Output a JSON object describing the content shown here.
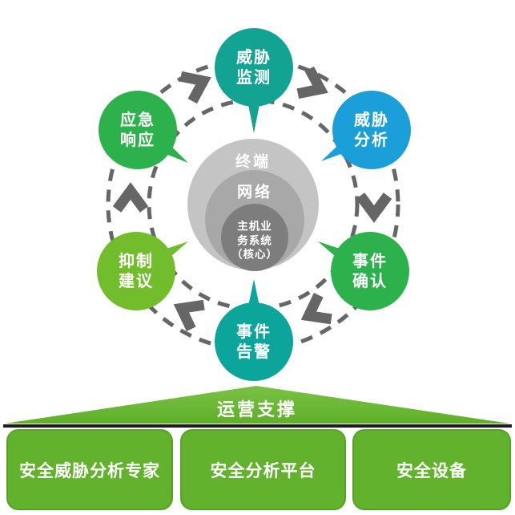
{
  "page": {
    "background": "#ffffff"
  },
  "diagram": {
    "cycle": {
      "ring_color": "#666666",
      "arrow_color": "#666666",
      "bubbles": [
        {
          "name": "threat-monitoring",
          "lines": [
            "威胁",
            "监测"
          ],
          "color": "#12a392"
        },
        {
          "name": "threat-analysis",
          "lines": [
            "威胁",
            "分析"
          ],
          "color": "#1b9fd9"
        },
        {
          "name": "incident-confirmation",
          "lines": [
            "事件",
            "确认"
          ],
          "color": "#2db14c"
        },
        {
          "name": "incident-alert",
          "lines": [
            "事件",
            "告警"
          ],
          "color": "#0ba59c"
        },
        {
          "name": "mitigation-advice",
          "lines": [
            "抑制",
            "建议"
          ],
          "color": "#72bd2c"
        },
        {
          "name": "emergency-response",
          "lines": [
            "应急",
            "响应"
          ],
          "color": "#2db14c"
        }
      ],
      "center_layers": [
        {
          "name": "terminal",
          "label": "终端",
          "color": "#c4c4c4"
        },
        {
          "name": "network",
          "label": "网络",
          "color": "#a8a8a8"
        },
        {
          "name": "host-core",
          "lines": [
            "主机业",
            "务系统",
            "（核心）"
          ],
          "color": "#7d7d7d"
        }
      ]
    },
    "foundation": {
      "roof_label": "运营支撑",
      "roof_color_top": "#79c146",
      "roof_color_bottom": "#60af29",
      "baseline_color": "#1d1d1d",
      "box_color": "#62b22d",
      "box_border_color": "#55a322",
      "boxes": [
        {
          "name": "security-threat-analysis-expert",
          "label": "安全威胁分析专家"
        },
        {
          "name": "security-analysis-platform",
          "label": "安全分析平台"
        },
        {
          "name": "security-device",
          "label": "安全设备"
        }
      ]
    }
  }
}
